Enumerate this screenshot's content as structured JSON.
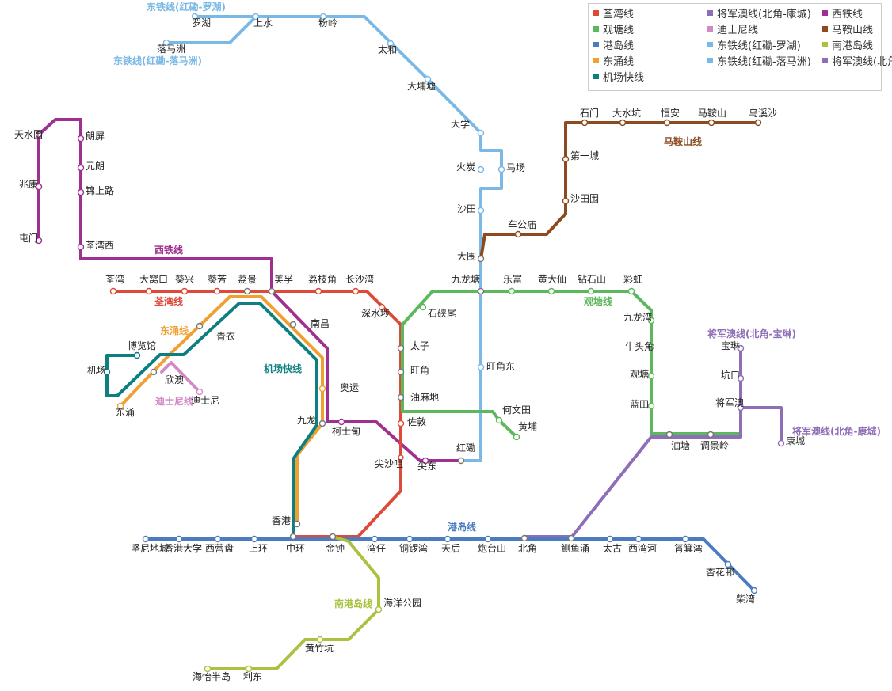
{
  "lines": {
    "tsuen_wan": {
      "name": "荃湾线",
      "color": "#dd4a3a"
    },
    "kwun_tong": {
      "name": "观塘线",
      "color": "#5cb85c"
    },
    "island": {
      "name": "港岛线",
      "color": "#4a7cbf"
    },
    "tung_chung": {
      "name": "东涌线",
      "color": "#f0a030"
    },
    "tko_po_lam": {
      "name": "将军澳线(北角-宝琳)",
      "color": "#8e6fb7"
    },
    "tko_lohas": {
      "name": "将军澳线(北角-康城)",
      "color": "#8e6fb7"
    },
    "disneyland": {
      "name": "迪士尼线",
      "color": "#d18ac6"
    },
    "east_lowu": {
      "name": "东铁线(红磡-罗湖)",
      "color": "#7ab9e6"
    },
    "east_lokma": {
      "name": "东铁线(红磡-落马洲)",
      "color": "#7ab9e6"
    },
    "airport": {
      "name": "机场快线",
      "color": "#0d7f80"
    },
    "west_rail": {
      "name": "西铁线",
      "color": "#a0308f"
    },
    "ma_on_shan": {
      "name": "马鞍山线",
      "color": "#8c4a1f"
    },
    "south_island": {
      "name": "南港岛线",
      "color": "#a9c23f"
    }
  },
  "map_labels": {
    "east_lowu": "东铁线(红磡-罗湖)",
    "east_lokma": "东铁线(红磡-落马洲)",
    "west_rail": "西铁线",
    "tsuen_wan": "荃湾线",
    "tung_chung": "东涌线",
    "disneyland": "迪士尼线",
    "airport": "机场快线",
    "kwun_tong": "观塘线",
    "ma_on_shan": "马鞍山线",
    "tko_po_lam": "将军澳线(北角-宝琳)",
    "tko_lohas": "将军澳线(北角-康城)",
    "island": "港岛线",
    "south_island": "南港岛线"
  },
  "legend": [
    {
      "label": "荃湾线",
      "color": "#dd4a3a"
    },
    {
      "label": "将军澳线(北角-康城)",
      "color": "#8e6fb7"
    },
    {
      "label": "西铁线",
      "color": "#a0308f"
    },
    {
      "label": "观塘线",
      "color": "#5cb85c"
    },
    {
      "label": "迪士尼线",
      "color": "#d18ac6"
    },
    {
      "label": "马鞍山线",
      "color": "#8c4a1f"
    },
    {
      "label": "港岛线",
      "color": "#4a7cbf"
    },
    {
      "label": "东铁线(红磡-罗湖)",
      "color": "#7ab9e6"
    },
    {
      "label": "南港岛线",
      "color": "#a9c23f"
    },
    {
      "label": "东涌线",
      "color": "#f0a030"
    },
    {
      "label": "东铁线(红磡-落马洲)",
      "color": "#7ab9e6"
    },
    {
      "label": "将军澳线(北角-宝琳)",
      "color": "#8e6fb7"
    },
    {
      "label": "机场快线",
      "color": "#0d7f80"
    }
  ],
  "stations": {
    "luohu": "罗湖",
    "shangshui": "上水",
    "fenling": "粉岭",
    "taihe": "太和",
    "dabuxu": "大埔墟",
    "luomazhou": "落马洲",
    "daxue": "大学",
    "huotan": "火炭",
    "machang": "马场",
    "shatian": "沙田",
    "dawei": "大围",
    "chegongmiao": "车公庙",
    "shatianwei": "沙田围",
    "diyicheng": "第一城",
    "shimen": "石门",
    "dashuikeng": "大水坑",
    "hengan": "恒安",
    "maanshan": "马鞍山",
    "wuxisha": "乌溪沙",
    "tianshuiwei": "天水围",
    "zhaokang": "兆康",
    "tunmen": "屯门",
    "langping": "朗屏",
    "yuanlang": "元朗",
    "jinshanglu": "锦上路",
    "quanwanxi": "荃湾西",
    "quanwan": "荃湾",
    "dakoukou": "大窝口",
    "kuixing": "葵兴",
    "kuifang": "葵芳",
    "lijing": "荔景",
    "meifu": "美孚",
    "lizhijiao": "荔枝角",
    "changshawan": "长沙湾",
    "shenshuibu": "深水埗",
    "nanchang": "南昌",
    "aoyun": "奥运",
    "jiulong": "九龙",
    "keshidian": "柯士甸",
    "jianshaju": "尖沙咀",
    "jiandong": "尖东",
    "hongkan": "红磡",
    "taizi": "太子",
    "wangjiao": "旺角",
    "youmadi": "油麻地",
    "zuodun": "佐敦",
    "shiyawei": "石硖尾",
    "jiulongtang": "九龙塘",
    "lefu": "乐富",
    "huangdaxian": "黄大仙",
    "zuanshishan": "钻石山",
    "caihong": "彩虹",
    "jiulongwan": "九龙湾",
    "niutoujiao": "牛头角",
    "guantang": "观塘",
    "lantian": "蓝田",
    "youtang": "油塘",
    "tiaojingling": "调景岭",
    "jiangjunao": "将军澳",
    "kengkou": "坑口",
    "baolin": "宝琳",
    "kangcheng": "康城",
    "hewentian": "何文田",
    "huangpu": "黄埔",
    "wangjiaodong": "旺角东",
    "qingyi": "青衣",
    "bolanguan": "博览馆",
    "jichang": "机场",
    "xinao": "欣澳",
    "dongyong": "东涌",
    "dishini": "迪士尼",
    "xianggang": "香港",
    "zhonghuan": "中环",
    "jinzhong": "金钟",
    "wanzai": "湾仔",
    "tongluowan": "铜锣湾",
    "tianhou": "天后",
    "paotaishan": "炮台山",
    "beijiao": "北角",
    "zeyuyong": "鲗鱼涌",
    "taigu": "太古",
    "xiwanhe": "西湾河",
    "shaojiwan": "筲箕湾",
    "xinghuacun": "杏花邨",
    "chaiwan": "柴湾",
    "jianni": "坚尼地城",
    "xianggangdaxue": "香港大学",
    "xiyingpan": "西营盘",
    "shanghuan": "上环",
    "haiyanggongyuan": "海洋公园",
    "huangzhukeng": "黄竹坑",
    "lidong": "利东",
    "haiyibandao": "海怡半岛"
  }
}
